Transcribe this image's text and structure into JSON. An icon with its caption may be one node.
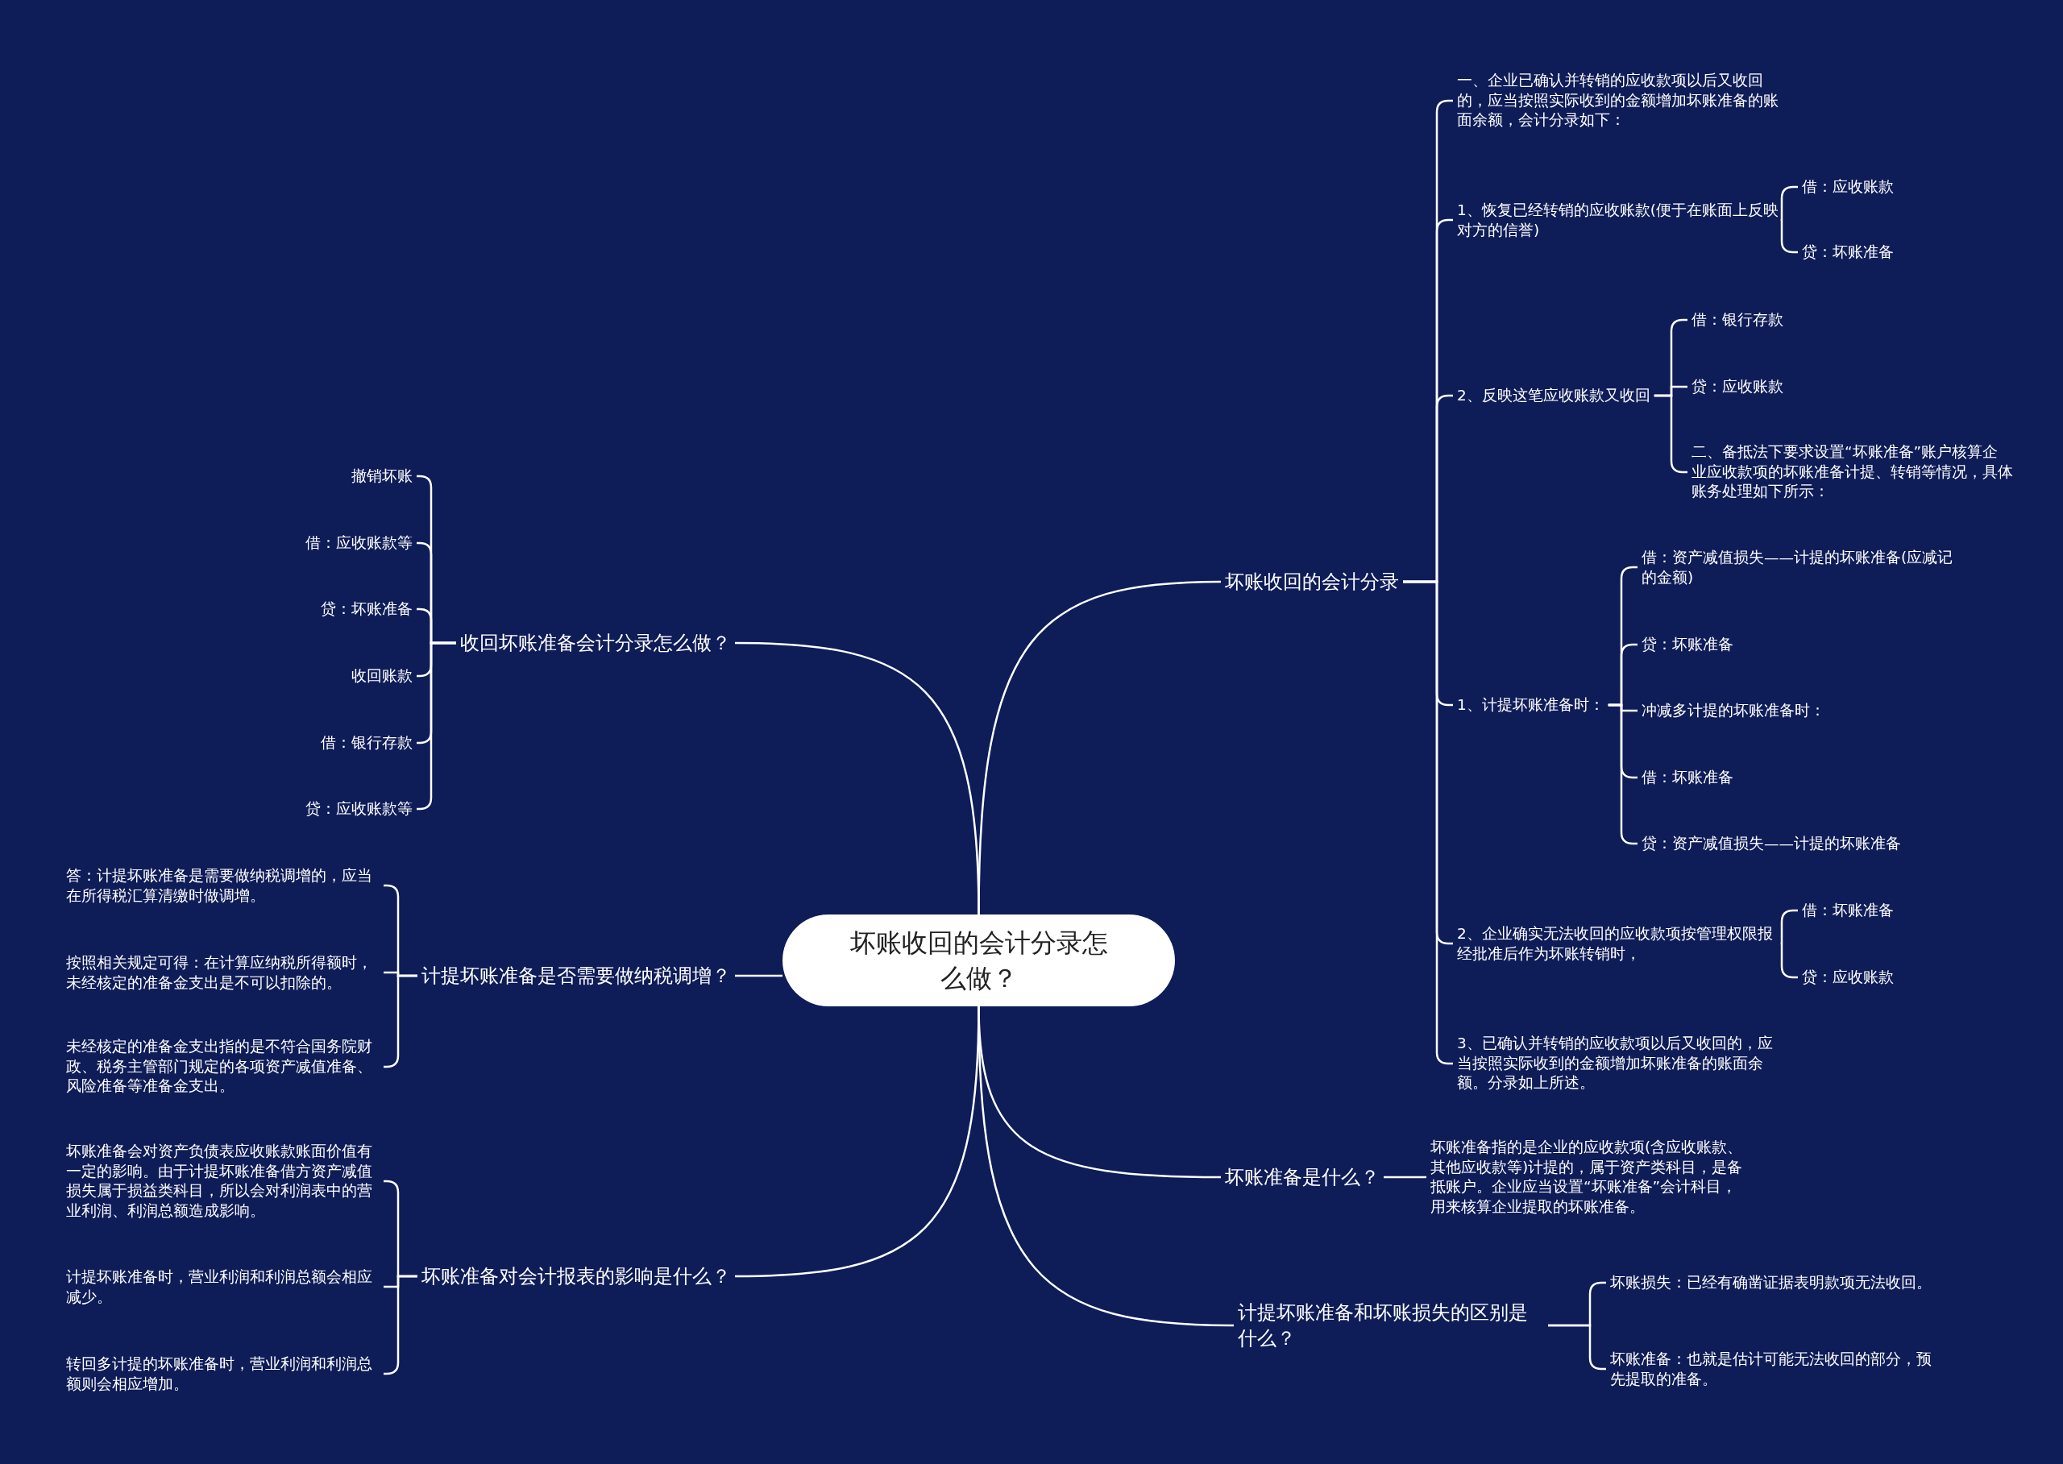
{
  "diagram": {
    "nodes": [
      {
        "text": [
          "坏账收回的会计分录怎么做？"
        ]
      },
      {
        "text": [
          "坏账收回的会计分录"
        ]
      },
      {
        "text": [
          "一、企业已确认并转销的应收款项以后又收回的，应当按照实际收到的金额增加坏账准备的账面余额，会计分录如下："
        ]
      },
      {
        "text": [
          "1、恢复已经转销的应收账款(便于在账面上反映对方的信誉)"
        ]
      },
      {
        "text": [
          "借：应收账款"
        ]
      },
      {
        "text": [
          "贷：坏账准备"
        ]
      },
      {
        "text": [
          "2、反映这笔应收账款又收回"
        ]
      },
      {
        "text": [
          "借：银行存款"
        ]
      },
      {
        "text": [
          "贷：应收账款"
        ]
      },
      {
        "text": [
          "二、备抵法下要求设置“坏账准备”账户核算企业应收款项的坏账准备计提、转销等情况，具体账务处理如下所示："
        ]
      },
      {
        "text": [
          "1、计提坏账准备时："
        ]
      },
      {
        "text": [
          "借：资产减值损失——计提的坏账准备(应减记的金额)"
        ]
      },
      {
        "text": [
          "贷：坏账准备"
        ]
      },
      {
        "text": [
          "冲减多计提的坏账准备时："
        ]
      },
      {
        "text": [
          "借：坏账准备"
        ]
      },
      {
        "text": [
          "贷：资产减值损失——计提的坏账准备"
        ]
      },
      {
        "text": [
          "2、企业确实无法收回的应收款项按管理权限报经批准后作为坏账转销时，"
        ]
      },
      {
        "text": [
          "借：坏账准备"
        ]
      },
      {
        "text": [
          "贷：应收账款"
        ]
      },
      {
        "text": [
          "3、已确认并转销的应收款项以后又收回的，应当按照实际收到的金额增加坏账准备的账面余额。分录如上所述。"
        ]
      },
      {
        "text": [
          "坏账准备是什么？"
        ]
      },
      {
        "text": [
          "坏账准备指的是企业的应收款项(含应收账款、其他应收款等)计提的，属于资产类科目，是备抵账户。企业应当设置“坏账准备”会计科目，用来核算企业提取的坏账准备。"
        ]
      },
      {
        "text": [
          "计提坏账准备和坏账损失的区别是什么？"
        ]
      },
      {
        "text": [
          "坏账损失：已经有确凿证据表明款项无法收回。"
        ]
      },
      {
        "text": [
          "坏账准备：也就是估计可能无法收回的部分，预先提取的准备。"
        ]
      },
      {
        "text": [
          "收回坏账准备会计分录怎么做？"
        ]
      },
      {
        "text": [
          "撤销坏账"
        ]
      },
      {
        "text": [
          "借：应收账款等"
        ]
      },
      {
        "text": [
          "贷：坏账准备"
        ]
      },
      {
        "text": [
          "收回账款"
        ]
      },
      {
        "text": [
          "借：银行存款"
        ]
      },
      {
        "text": [
          "贷：应收账款等"
        ]
      },
      {
        "text": [
          "计提坏账准备是否需要做纳税调增？"
        ]
      },
      {
        "text": [
          "答：计提坏账准备是需要做纳税调增的，应当在所得税汇算清缴时做调增。"
        ]
      },
      {
        "text": [
          "按照相关规定可得：在计算应纳税所得额时，未经核定的准备金支出是不可以扣除的。"
        ]
      },
      {
        "text": [
          "未经核定的准备金支出指的是不符合国务院财政、税务主管部门规定的各项资产减值准备、风险准备等准备金支出。"
        ]
      },
      {
        "text": [
          "坏账准备对会计报表的影响是什么？"
        ]
      },
      {
        "text": [
          "坏账准备会对资产负债表应收账款账面价值有一定的影响。由于计提坏账准备借方资产减值损失属于损益类科目，所以会对利润表中的营业利润、利润总额造成影响。"
        ]
      },
      {
        "text": [
          "计提坏账准备时，营业利润和利润总额会相应减少。"
        ]
      },
      {
        "text": [
          "转回多计提的坏账准备时，营业利润和利润总额则会相应增加。"
        ]
      }
    ],
    "edges": [
      {
        "from": 0,
        "to": 1,
        "arrow": "none"
      },
      {
        "from": 1,
        "to": 2,
        "arrow": "none"
      },
      {
        "from": 1,
        "to": 3,
        "arrow": "none"
      },
      {
        "from": 3,
        "to": 4,
        "arrow": "none"
      },
      {
        "from": 3,
        "to": 5,
        "arrow": "none"
      },
      {
        "from": 1,
        "to": 6,
        "arrow": "none"
      },
      {
        "from": 6,
        "to": 7,
        "arrow": "none"
      },
      {
        "from": 6,
        "to": 8,
        "arrow": "none"
      },
      {
        "from": 6,
        "to": 9,
        "arrow": "none"
      },
      {
        "from": 1,
        "to": 10,
        "arrow": "none"
      },
      {
        "from": 10,
        "to": 11,
        "arrow": "none"
      },
      {
        "from": 10,
        "to": 12,
        "arrow": "none"
      },
      {
        "from": 10,
        "to": 13,
        "arrow": "none"
      },
      {
        "from": 10,
        "to": 14,
        "arrow": "none"
      },
      {
        "from": 10,
        "to": 15,
        "arrow": "none"
      },
      {
        "from": 1,
        "to": 16,
        "arrow": "none"
      },
      {
        "from": 16,
        "to": 17,
        "arrow": "none"
      },
      {
        "from": 16,
        "to": 18,
        "arrow": "none"
      },
      {
        "from": 1,
        "to": 19,
        "arrow": "none"
      },
      {
        "from": 0,
        "to": 20,
        "arrow": "none"
      },
      {
        "from": 20,
        "to": 21,
        "arrow": "none"
      },
      {
        "from": 0,
        "to": 22,
        "arrow": "none"
      },
      {
        "from": 22,
        "to": 23,
        "arrow": "none"
      },
      {
        "from": 22,
        "to": 24,
        "arrow": "none"
      },
      {
        "from": 0,
        "to": 25,
        "arrow": "none"
      },
      {
        "from": 25,
        "to": 26,
        "arrow": "none"
      },
      {
        "from": 25,
        "to": 27,
        "arrow": "none"
      },
      {
        "from": 25,
        "to": 28,
        "arrow": "none"
      },
      {
        "from": 25,
        "to": 29,
        "arrow": "none"
      },
      {
        "from": 25,
        "to": 30,
        "arrow": "none"
      },
      {
        "from": 25,
        "to": 31,
        "arrow": "none"
      },
      {
        "from": 0,
        "to": 32,
        "arrow": "none"
      },
      {
        "from": 32,
        "to": 33,
        "arrow": "none"
      },
      {
        "from": 32,
        "to": 34,
        "arrow": "none"
      },
      {
        "from": 32,
        "to": 35,
        "arrow": "none"
      },
      {
        "from": 0,
        "to": 36,
        "arrow": "none"
      },
      {
        "from": 36,
        "to": 37,
        "arrow": "none"
      },
      {
        "from": 36,
        "to": 38,
        "arrow": "none"
      },
      {
        "from": 36,
        "to": 39,
        "arrow": "none"
      }
    ]
  }
}
